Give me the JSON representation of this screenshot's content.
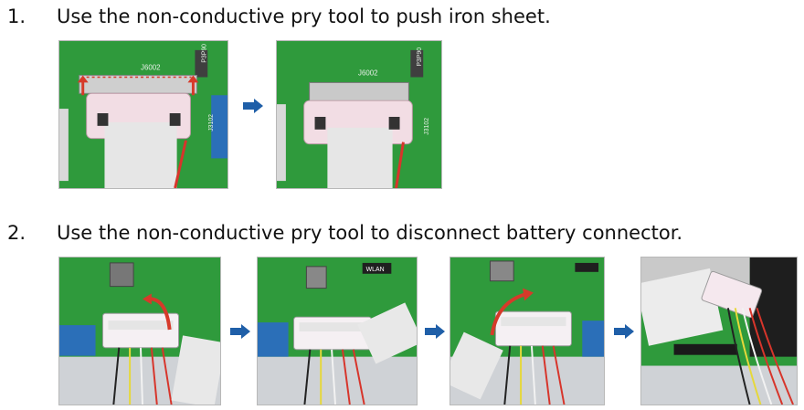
{
  "steps": [
    {
      "number": "1.",
      "text": "Use the non-conductive pry tool to push iron sheet."
    },
    {
      "number": "2.",
      "text": "Use the non-conductive pry tool to disconnect battery connector."
    }
  ],
  "photo_labels": {
    "step1_conn": "J6002",
    "step1_side": "P3P90",
    "step1_vert": "J3102",
    "step2_wlan": "WLAN"
  },
  "colors": {
    "pcb_green": "#2f9a3c",
    "arrow_blue": "#1f5fa8",
    "red_arrow": "#d63a2a"
  },
  "icons": [
    "right-arrow-icon",
    "pry-direction-arrow-icon"
  ]
}
